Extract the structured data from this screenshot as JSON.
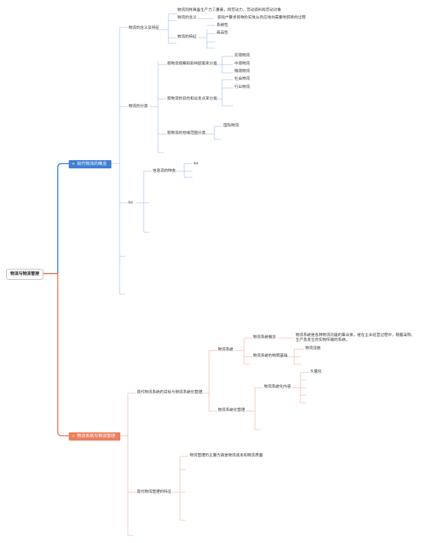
{
  "root": {
    "label": "物流与物流管理"
  },
  "branch_blue": {
    "label": "现代物流的概念",
    "icon": "star-icon",
    "color": "#3f7fd6",
    "children": {
      "definition": {
        "label": "物流的含义及特征",
        "items": [
          "物流同样具备生产力三要素，即劳动力、劳动资料和劳动对象",
          "物流的含义",
          "物流的特征"
        ],
        "meaning_detail": "按用户要求将物的实体从供应地向需要地转移的过程",
        "features": [
          "系统性",
          "商品性"
        ]
      },
      "classification": {
        "label": "物流的分类",
        "by_scale": {
          "label": "按物流规模和影响层面来分类",
          "items": [
            "宏观物流",
            "中观物流",
            "微观物流"
          ]
        },
        "by_purpose": {
          "label": "按物流的目的和出发点来分类",
          "items": [
            "社会物流",
            "行业物流"
          ]
        },
        "by_region": {
          "label": "按物流的地域范围分类",
          "items": [
            "国际物流"
          ]
        }
      },
      "other": {
        "label": "ko",
        "info_flow": {
          "label": "信息流的种类",
          "items": [
            "ko"
          ]
        }
      }
    }
  },
  "branch_orange": {
    "label": "物流系统与物流管理",
    "icon": "star-icon",
    "color": "#ec7f60",
    "children": {
      "system_goals": {
        "label": "现代物流系统的目标与物流系统化管理",
        "system": {
          "label": "物流系统",
          "concept_label": "物流系统概念",
          "concept_text": "物流系统是各种物流功能的集合体，是在企业经营过程中，随着采购、生产急发生的实物传输的系统。",
          "material_base": "物流系统的物质基础",
          "material_items": [
            "物流设施"
          ]
        },
        "management": {
          "label": "物流系统化管理",
          "content_label": "物流系统化内容",
          "content_items": [
            "大量化"
          ]
        }
      },
      "characteristics": {
        "label": "现代物流管理的特征",
        "items": [
          "物流管理的主要方面是物流成本和物流质量"
        ]
      }
    }
  }
}
